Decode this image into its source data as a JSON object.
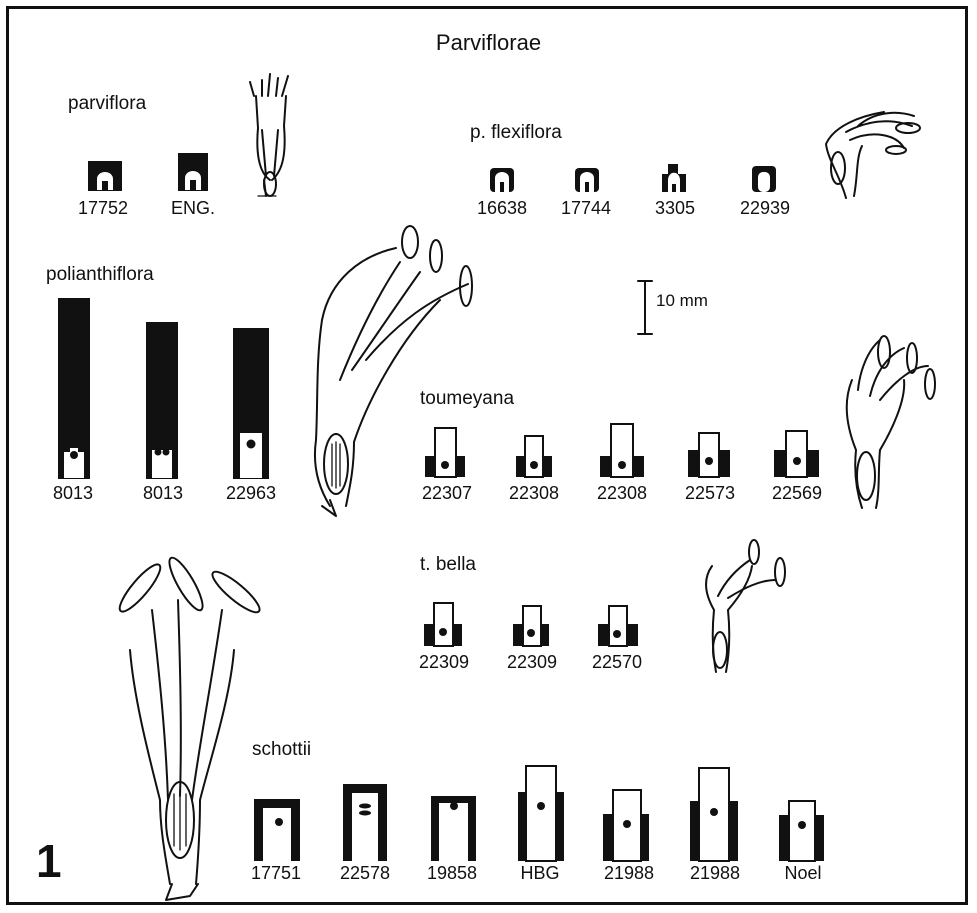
{
  "title": "Parviflorae",
  "figure_number": "1",
  "scale_bar_label": "10 mm",
  "colors": {
    "ink": "#111111",
    "paper": "#ffffff"
  },
  "groups": {
    "parviflora": {
      "label": "parviflora",
      "specimens": [
        "17752",
        "ENG."
      ]
    },
    "p_flexiflora": {
      "label": "p. flexiflora",
      "specimens": [
        "16638",
        "17744",
        "3305",
        "22939"
      ]
    },
    "polianthiflora": {
      "label": "polianthiflora",
      "specimens": [
        "8013",
        "8013",
        "22963"
      ]
    },
    "toumeyana": {
      "label": "toumeyana",
      "specimens": [
        "22307",
        "22308",
        "22308",
        "22573",
        "22569"
      ]
    },
    "t_bella": {
      "label": "t. bella",
      "specimens": [
        "22309",
        "22309",
        "22570"
      ]
    },
    "schottii": {
      "label": "schottii",
      "specimens": [
        "17751",
        "22578",
        "19858",
        "HBG",
        "21988",
        "21988",
        "Noel"
      ]
    }
  }
}
